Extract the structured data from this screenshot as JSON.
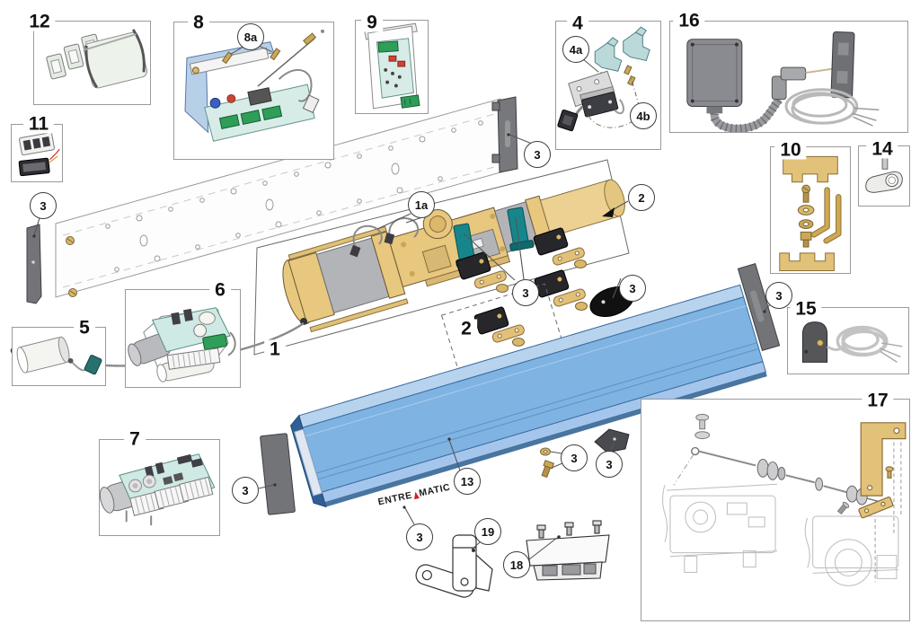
{
  "labels": {
    "n1": "1",
    "n2": "2",
    "n3": "3",
    "n4": "4",
    "n5": "5",
    "n6": "6",
    "n7": "7",
    "n8": "8",
    "n9": "9",
    "n10": "10",
    "n11": "11",
    "n12": "12",
    "n13": "13",
    "n14": "14",
    "n15": "15",
    "n16": "16",
    "n17": "17",
    "n18": "18",
    "n19": "19",
    "n1a": "1a",
    "n4a": "4a",
    "n4b": "4b",
    "n8a": "8a"
  },
  "logo": {
    "left": "ENTRE",
    "right": "MATIC"
  },
  "colors": {
    "cover_blue": "#7fb3e2",
    "operator_tan": "#e8c77e",
    "clamp_teal": "#17868c",
    "hardware_gold": "#dfc078",
    "pcb_teal": "#cfe9e4",
    "terminal_green": "#2f9e58",
    "endcap_gray": "#737478",
    "logo_red": "#cc2222",
    "box_border": "#9a9a9a",
    "leader_line": "#555555"
  }
}
